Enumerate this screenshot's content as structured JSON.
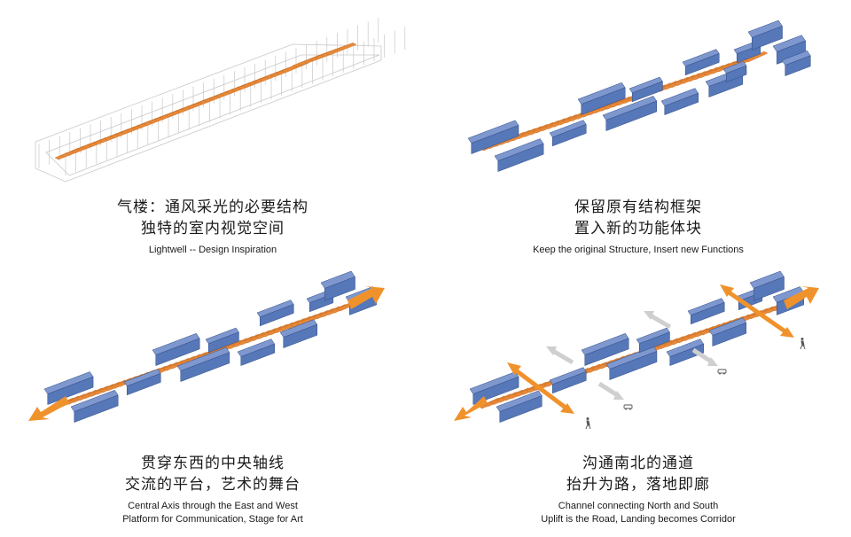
{
  "panels": [
    {
      "title_line1": "气楼：通风采光的必要结构",
      "title_line2": "独特的室内视觉空间",
      "subtitle_line1": "Lightwell -- Design Inspiration",
      "subtitle_line2": ""
    },
    {
      "title_line1": "保留原有结构框架",
      "title_line2": "置入新的功能体块",
      "subtitle_line1": "Keep the original Structure, Insert new Functions",
      "subtitle_line2": ""
    },
    {
      "title_line1": "贯穿东西的中央轴线",
      "title_line2": "交流的平台，艺术的舞台",
      "subtitle_line1": "Central Axis through the East and West",
      "subtitle_line2": "Platform for Communication, Stage for Art"
    },
    {
      "title_line1": "沟通南北的通道",
      "title_line2": "抬升为路，落地即廊",
      "subtitle_line1": "Channel connecting North and South",
      "subtitle_line2": "Uplift is the Road, Landing becomes Corridor"
    }
  ],
  "colors": {
    "skylight_orange": "#E8893A",
    "volume_blue": "#5677B8",
    "volume_blue_light": "#7E98CF",
    "frame_gray": "#BDBDBD",
    "arrow_orange": "#F0922B",
    "arrow_gray": "#CFCFCF"
  },
  "icons": [
    "pedestrian-icon",
    "car-icon"
  ]
}
